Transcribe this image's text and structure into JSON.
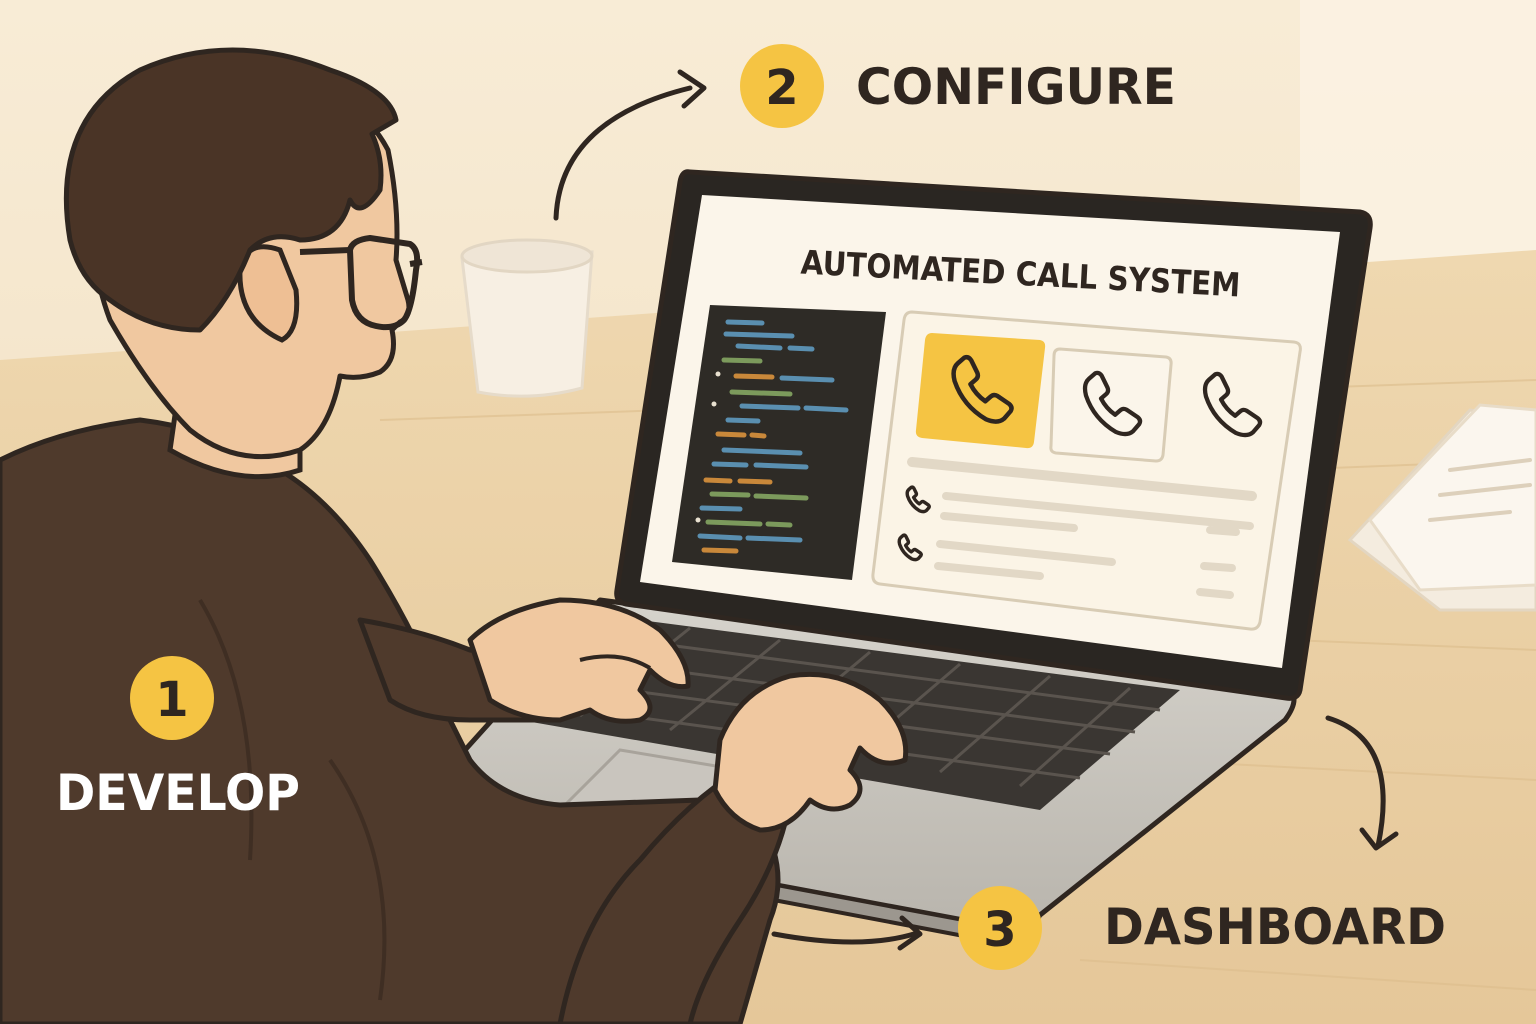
{
  "steps": [
    {
      "number": "1",
      "label": "DEVELOP"
    },
    {
      "number": "2",
      "label": "CONFIGURE"
    },
    {
      "number": "3",
      "label": "DASHBOARD"
    }
  ],
  "screen": {
    "title": "AUTOMATED CALL SYSTEM"
  },
  "icons": {
    "call_cards": [
      "phone-icon",
      "phone-icon",
      "phone-icon"
    ],
    "list_rows": [
      "phone-icon",
      "phone-icon"
    ]
  },
  "colors": {
    "background": "#f3e4c8",
    "accent_yellow": "#f5c443",
    "shirt": "#4f3a2c",
    "hair": "#4a3426",
    "skin": "#f0c8a0",
    "ink": "#2f2620",
    "code_panel": "#2e2b26",
    "code_blue": "#5a8fb0",
    "code_orange": "#c9883a",
    "code_green": "#7c9a5c"
  }
}
